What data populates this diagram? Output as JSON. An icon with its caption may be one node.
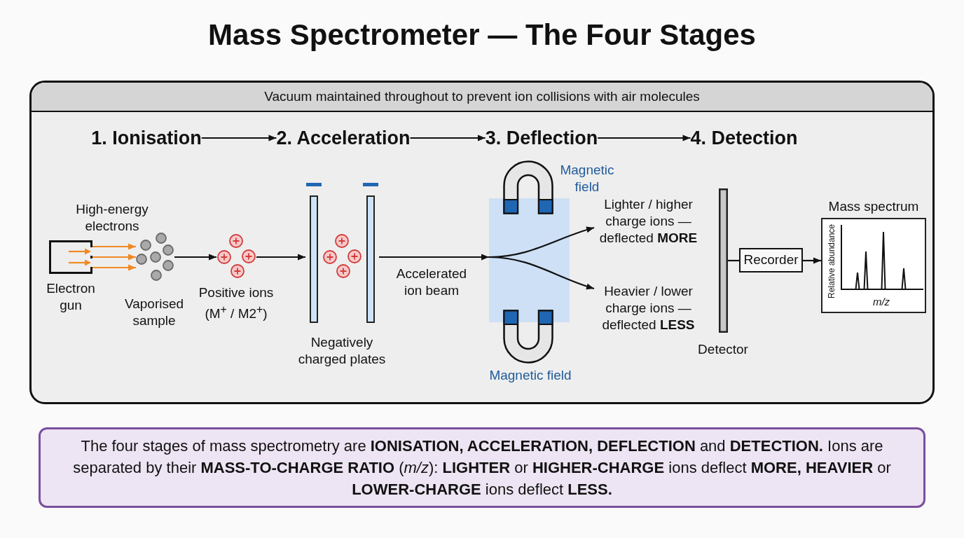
{
  "diagram": {
    "title": "Mass Spectrometer — The Four Stages",
    "nodes": [
      {
        "text": [
          "Vacuum maintained throughout to prevent ion collisions with air molecules"
        ]
      },
      {
        "text": [
          "1. Ionisation"
        ],
        "in": 0
      },
      {
        "text": [
          "2. Acceleration"
        ],
        "in": 0
      },
      {
        "text": [
          "3. Deflection"
        ],
        "in": 0
      },
      {
        "text": [
          "4. Detection"
        ],
        "in": 0
      },
      {
        "text": [],
        "shape": "box",
        "beside": [
          "Electron gun"
        ],
        "in": 0
      },
      {
        "text": [],
        "shape": "picture",
        "beside": [
          "Vaporised sample"
        ],
        "in": 0
      },
      {
        "text": [],
        "shape": "picture",
        "beside": [
          "Positive ions (M$^{+}$ / M2$^{+}$)"
        ],
        "in": 0
      },
      {
        "text": [],
        "shape": "picture",
        "beside": [
          "Negatively charged plates"
        ],
        "in": 0
      },
      {
        "text": [],
        "shape": "picture",
        "beside": [
          "Magnetic field"
        ],
        "in": 0
      },
      {
        "text": [],
        "shape": "box",
        "in": 0
      },
      {
        "text": [],
        "shape": "picture",
        "beside": [
          "Magnetic field"
        ],
        "in": 0
      },
      {
        "text": [
          "Lighter / higher charge ions — deflected **MORE**"
        ],
        "in": 0
      },
      {
        "text": [
          "Heavier / lower charge ions — deflected **LESS**"
        ],
        "in": 0
      },
      {
        "text": [],
        "shape": "bar",
        "beside": [
          "Detector"
        ],
        "in": 0
      },
      {
        "text": [
          "Recorder"
        ],
        "in": 0
      },
      {
        "text": [
          "Mass spectrum",
          "Relative abundance",
          "m/z"
        ],
        "in": 0
      }
    ],
    "edges": [
      {
        "from": 1,
        "to": 2,
        "arrow": "to"
      },
      {
        "from": 2,
        "to": 3,
        "arrow": "to"
      },
      {
        "from": 3,
        "to": 4,
        "arrow": "to"
      },
      {
        "from": 5,
        "to": 6,
        "arrow": "to",
        "color": "#f08a24",
        "label": "High-energy electrons"
      },
      {
        "from": 5,
        "to": 6,
        "arrow": "to",
        "color": "#f08a24"
      },
      {
        "from": 5,
        "to": 6,
        "arrow": "to",
        "color": "#f08a24"
      },
      {
        "from": 6,
        "to": 7,
        "arrow": "to"
      },
      {
        "from": 7,
        "to": 8,
        "arrow": "to"
      },
      {
        "from": 8,
        "to": 10,
        "arrow": "to",
        "label": "Accelerated ion beam"
      },
      {
        "from": 10,
        "to": 12,
        "arrow": "to"
      },
      {
        "from": 10,
        "to": 13,
        "arrow": "to"
      },
      {
        "from": 14,
        "to": 15,
        "arrow": "none"
      },
      {
        "from": 15,
        "to": 16,
        "arrow": "to"
      }
    ],
    "caption": "The four stages of mass spectrometry are **IONISATION, ACCELERATION, DEFLECTION** and **DETECTION.** Ions are separated by their **MASS-TO-CHARGE RATIO** (*m/z*): **LIGHTER** or **HIGHER-CHARGE** ions deflect **MORE, HEAVIER** or **LOWER-CHARGE** ions deflect **LESS.**"
  }
}
